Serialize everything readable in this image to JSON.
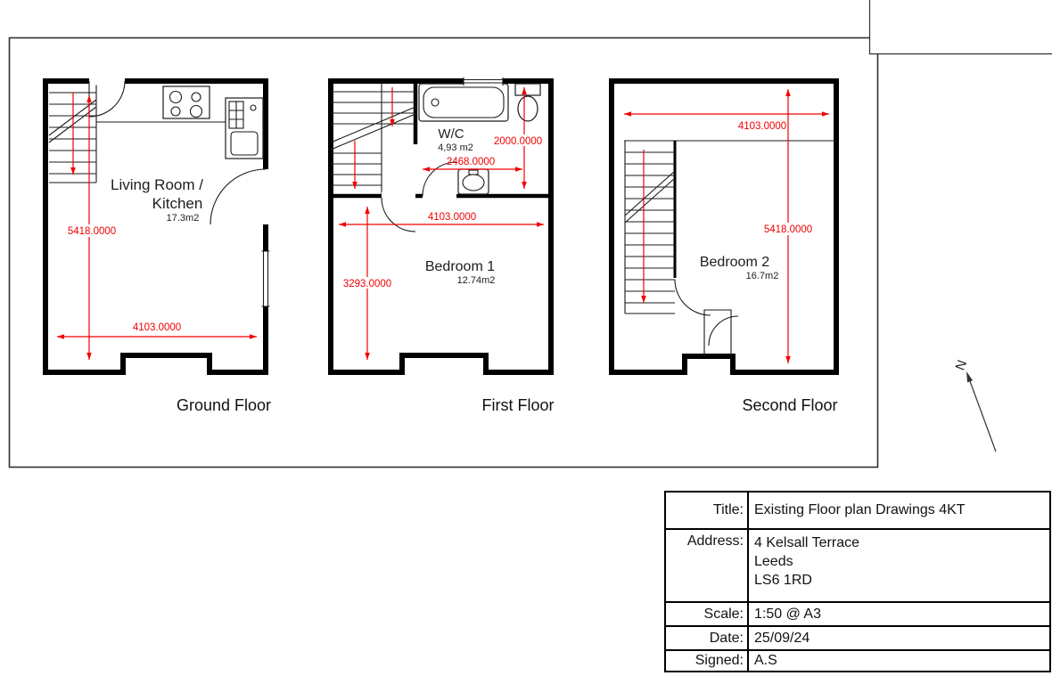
{
  "drawing": {
    "ground_floor": {
      "room_line1": "Living Room /",
      "room_line2": "Kitchen",
      "room_area": "17.3m2",
      "dim_vertical": "5418.0000",
      "dim_horizontal": "4103.0000",
      "caption": "Ground Floor"
    },
    "first_floor": {
      "wc_name": "W/C",
      "wc_area": "4,93 m2",
      "room_name": "Bedroom 1",
      "room_area": "12.74m2",
      "dim_wc_vertical": "2000.0000",
      "dim_wc_horizontal": "2468.0000",
      "dim_horizontal": "4103.0000",
      "dim_vertical": "3293.0000",
      "caption": "First Floor"
    },
    "second_floor": {
      "room_name": "Bedroom 2",
      "room_area": "16.7m2",
      "dim_horizontal": "4103.0000",
      "dim_vertical": "5418.0000",
      "caption": "Second Floor"
    },
    "north_label": "N"
  },
  "title_block": {
    "title_label": "Title:",
    "title_value": "Existing Floor plan Drawings 4KT",
    "address_label": "Address:",
    "address_lines": [
      "4 Kelsall Terrace",
      "Leeds",
      "LS6 1RD"
    ],
    "scale_label": "Scale:",
    "scale_value": "1:50 @ A3",
    "date_label": "Date:",
    "date_value": "25/09/24",
    "signed_label": "Signed:",
    "signed_value": "A.S"
  },
  "colors": {
    "dimension_red": "#f20000",
    "wall_black": "#000000"
  }
}
